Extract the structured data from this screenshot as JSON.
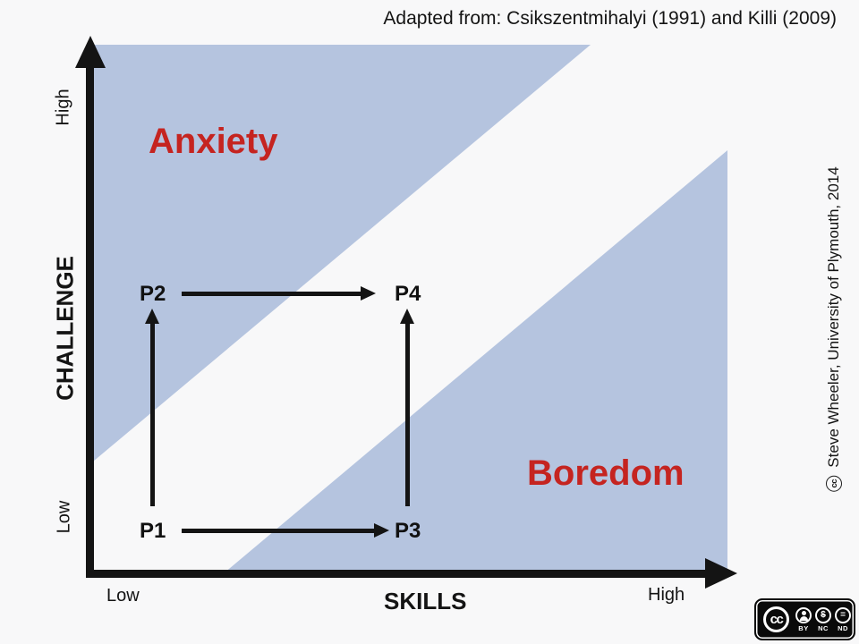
{
  "slide": {
    "attribution": "Adapted from: Csikszentmihalyi (1991) and Killi (2009)"
  },
  "colors": {
    "region_blue": "#b5c4df",
    "label_red": "#c52420",
    "ink": "#141414",
    "background": "#f8f8f9"
  },
  "regions": {
    "anxiety_label": "Anxiety",
    "boredom_label": "Boredom"
  },
  "axes": {
    "y_title": "CHALLENGE",
    "y_high": "High",
    "y_low": "Low",
    "x_title": "SKILLS",
    "x_low": "Low",
    "x_high": "High"
  },
  "points": {
    "p1": "P1",
    "p2": "P2",
    "p3": "P3",
    "p4": "P4"
  },
  "credit": {
    "cc_symbol": "cc",
    "text": "Steve Wheeler, University of Plymouth, 2014"
  },
  "license": {
    "cc_logo": "cc",
    "by_label": "BY",
    "nc_label": "NC",
    "nd_label": "ND",
    "nc_icon": "$",
    "nd_icon": "="
  }
}
